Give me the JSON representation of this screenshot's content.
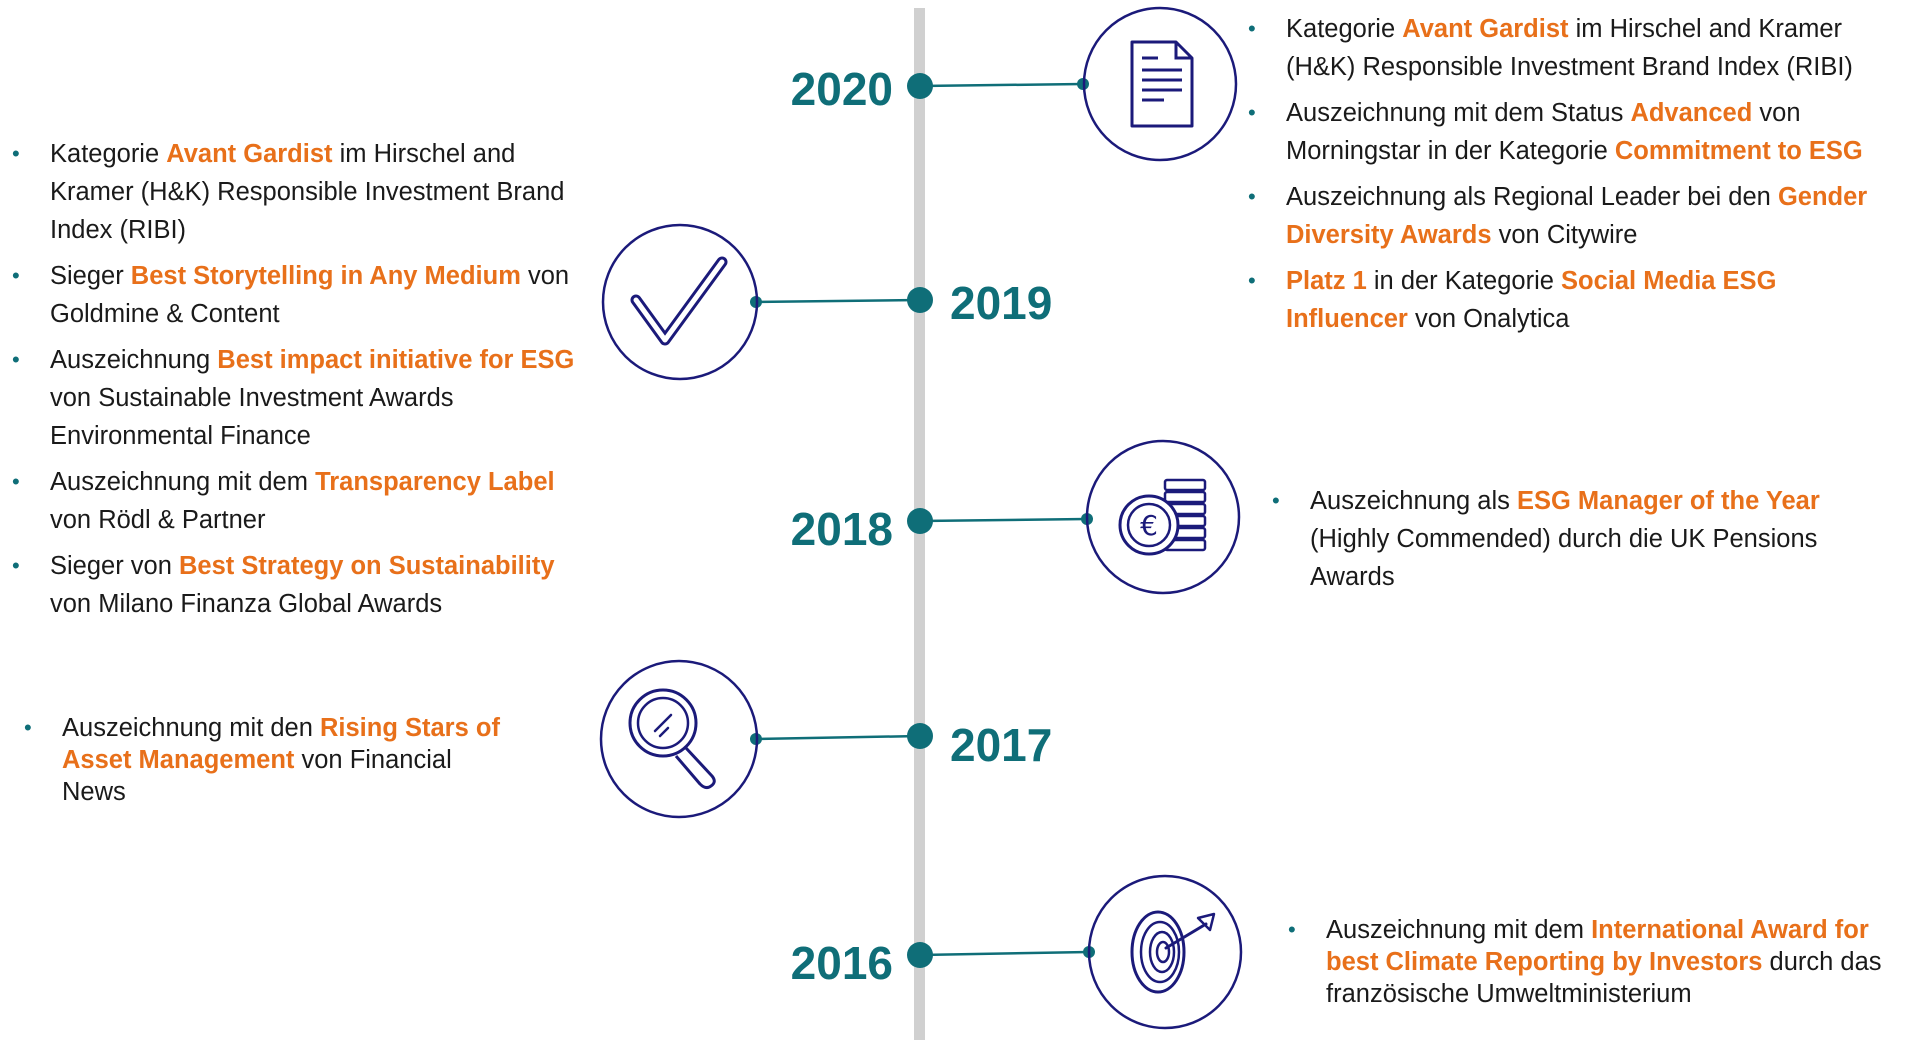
{
  "colors": {
    "teal": "#0f6e78",
    "orange": "#e8701a",
    "navy": "#1b1a7a",
    "axis": "#d0d0d0",
    "text": "#1a1a1a"
  },
  "timeline": [
    {
      "year": "2020",
      "icon": "document-icon",
      "side": "right",
      "bullets": [
        {
          "parts": [
            {
              "t": "Kategorie "
            },
            {
              "t": "Avant Gardist",
              "hl": true
            },
            {
              "t": " im Hirschel and Kramer (H&K) Responsible Investment Brand Index (RIBI)"
            }
          ]
        },
        {
          "parts": [
            {
              "t": "Auszeichnung mit dem Status "
            },
            {
              "t": "Advanced",
              "hl": true
            },
            {
              "t": " von Morningstar in der Kategorie "
            },
            {
              "t": "Commitment to ESG",
              "hl": true
            }
          ]
        },
        {
          "parts": [
            {
              "t": "Auszeichnung als Regional Leader bei den "
            },
            {
              "t": "Gender Diversity Awards",
              "hl": true
            },
            {
              "t": " von Citywire"
            }
          ]
        },
        {
          "parts": [
            {
              "t": "Platz 1",
              "hl": true
            },
            {
              "t": " in der Kategorie "
            },
            {
              "t": "Social Media ESG Influencer",
              "hl": true
            },
            {
              "t": " von Onalytica"
            }
          ]
        }
      ]
    },
    {
      "year": "2019",
      "icon": "checkmark-icon",
      "side": "left",
      "bullets": [
        {
          "parts": [
            {
              "t": "Kategorie "
            },
            {
              "t": "Avant Gardist",
              "hl": true
            },
            {
              "t": " im Hirschel and Kramer (H&K) Responsible Investment Brand Index (RIBI)"
            }
          ]
        },
        {
          "parts": [
            {
              "t": "Sieger "
            },
            {
              "t": "Best Storytelling in Any Medium",
              "hl": true
            },
            {
              "t": " von Goldmine & Content"
            }
          ]
        },
        {
          "parts": [
            {
              "t": "Auszeichnung "
            },
            {
              "t": "Best impact initiative for ESG",
              "hl": true
            },
            {
              "t": " von Sustainable Investment Awards Environmental Finance"
            }
          ]
        },
        {
          "parts": [
            {
              "t": "Auszeichnung mit dem "
            },
            {
              "t": "Transparency Label",
              "hl": true
            },
            {
              "t": " von Rödl & Partner"
            }
          ]
        },
        {
          "parts": [
            {
              "t": "Sieger von "
            },
            {
              "t": "Best Strategy on Sustainability",
              "hl": true
            },
            {
              "t": " von Milano Finanza Global Awards"
            }
          ]
        }
      ]
    },
    {
      "year": "2018",
      "icon": "euro-coins-icon",
      "side": "right",
      "bullets": [
        {
          "parts": [
            {
              "t": "Auszeichnung als "
            },
            {
              "t": "ESG Manager of the Year",
              "hl": true
            },
            {
              "t": " (Highly Commended) durch die UK Pensions Awards"
            }
          ]
        }
      ]
    },
    {
      "year": "2017",
      "icon": "magnifier-icon",
      "side": "left",
      "bullets": [
        {
          "parts": [
            {
              "t": "Auszeichnung mit den "
            },
            {
              "t": "Rising Stars of Asset Management",
              "hl": true
            },
            {
              "t": " von Financial News"
            }
          ]
        }
      ]
    },
    {
      "year": "2016",
      "icon": "target-icon",
      "side": "right",
      "bullets": [
        {
          "parts": [
            {
              "t": "Auszeichnung mit dem "
            },
            {
              "t": "International Award for best Climate Reporting by Investors",
              "hl": true
            },
            {
              "t": " durch das französische Umweltministerium"
            }
          ]
        }
      ]
    }
  ]
}
